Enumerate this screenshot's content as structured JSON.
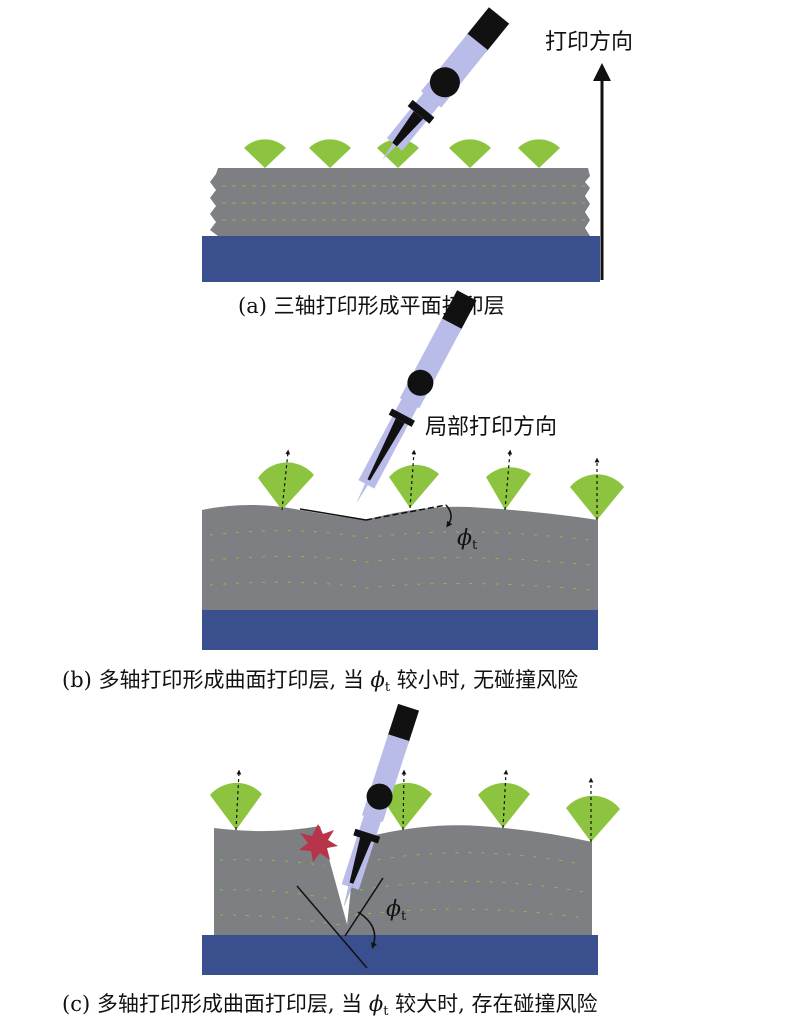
{
  "panel_a": {
    "direction_label": "打印方向",
    "caption": "(a) 三轴打印形成平面打印层"
  },
  "panel_b": {
    "direction_label": "局部打印方向",
    "angle_symbol": "ϕ",
    "angle_subscript": "t",
    "caption_part1": "(b) 多轴打印形成曲面打印层, 当",
    "caption_part2": "较小时, 无碰撞风险"
  },
  "panel_c": {
    "angle_symbol": "ϕ",
    "angle_subscript": "t",
    "caption_part1": "(c) 多轴打印形成曲面打印层, 当",
    "caption_part2": "较大时, 存在碰撞风险"
  },
  "colors": {
    "substrate": "#3a4f8e",
    "printed_part": "#7d7f82",
    "fan_green": "#8cc43f",
    "nozzle_light": "#b9bce8",
    "nozzle_dark": "#111111",
    "collision_star": "#b8344a",
    "layer_dash": "#7fc24a"
  }
}
